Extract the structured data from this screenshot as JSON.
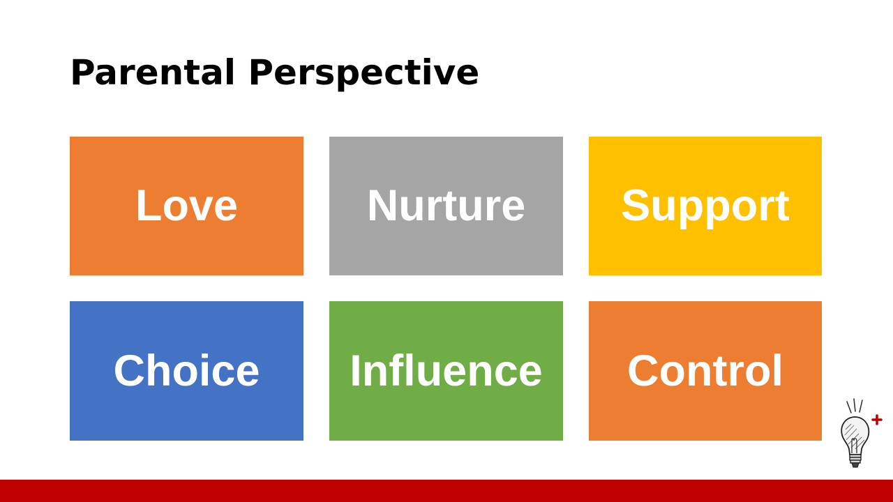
{
  "slide": {
    "title": "Parental Perspective",
    "tiles": [
      {
        "label": "Love",
        "color": "#ED7D31"
      },
      {
        "label": "Nurture",
        "color": "#A5A5A5"
      },
      {
        "label": "Support",
        "color": "#FFC000"
      },
      {
        "label": "Choice",
        "color": "#4472C4"
      },
      {
        "label": "Influence",
        "color": "#70AD47"
      },
      {
        "label": "Control",
        "color": "#ED7D31"
      }
    ]
  },
  "footer": {
    "color": "#C00000"
  },
  "logo": {
    "icon": "lightbulb-plus-icon",
    "accent_color": "#C00000"
  }
}
